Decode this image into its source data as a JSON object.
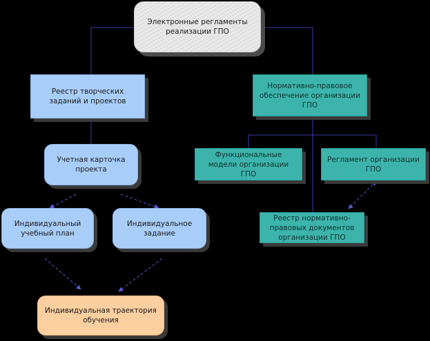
{
  "diagram": {
    "nodes": {
      "root": "Электронные регламенты реализации ГПО",
      "registry_tasks": "Реестр творческих заданий и проектов",
      "normative_support": "Нормативно-правовое обеспечение организации ГПО",
      "project_card": "Учетная карточка проекта",
      "functional_models": "Функциональные модели организации ГПО",
      "regulation": "Регламент организации ГПО",
      "individual_plan": "Индивидуальный учебный план",
      "individual_task": "Индивидуальное задание",
      "normative_registry": "Реестр нормативно-правовых документов организации ГПО",
      "individual_trajectory": "Индивидуальная траектория обучения"
    },
    "colors": {
      "background": "#000000",
      "root_fill": "#e6e6e6",
      "blue_fill": "#a8cdf8",
      "teal_fill": "#3cb4ac",
      "orange_fill": "#fbcf9f",
      "connector_solid": "#3a3aa8",
      "connector_dashed": "#5a5ad0"
    }
  }
}
